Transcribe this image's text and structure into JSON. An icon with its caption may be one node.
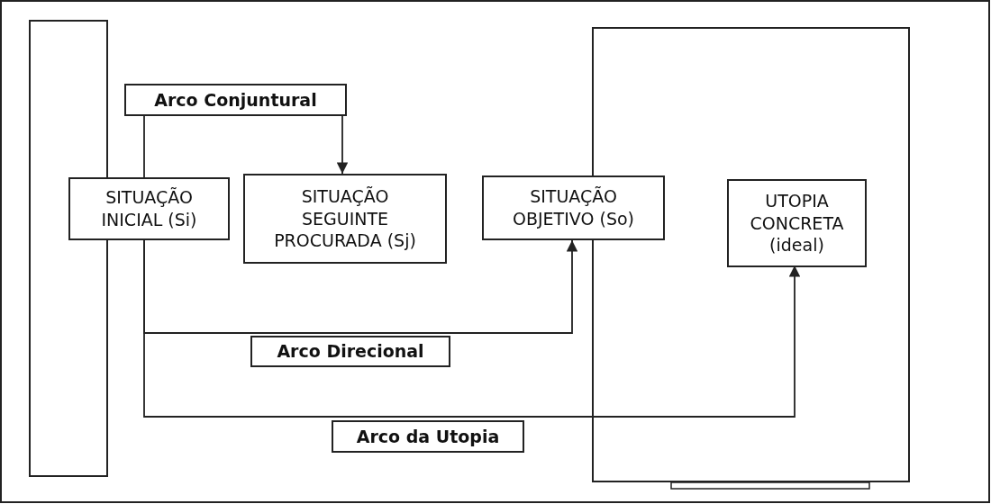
{
  "diagram": {
    "nodes": [
      {
        "text": [],
        "shape": "box"
      },
      {
        "text": [
          "Arco Conjuntural"
        ]
      },
      {
        "text": [
          "SITUAÇÃO INICIAL (Si)"
        ]
      },
      {
        "text": [
          "SITUAÇÃO SEGUINTE PROCURADA (Sj)"
        ]
      },
      {
        "text": [
          "SITUAÇÃO OBJETIVO (So)"
        ]
      },
      {
        "text": [],
        "shape": "box"
      },
      {
        "text": [
          "UTOPIA CONCRETA (ideal)"
        ],
        "in": 5
      },
      {
        "text": [
          "Arco Direcional"
        ]
      },
      {
        "text": [
          "Arco da Utopia"
        ]
      }
    ],
    "edges": [
      {
        "from": 2,
        "to": 1,
        "arrow": "none"
      },
      {
        "from": 1,
        "to": 3,
        "arrow": "to"
      },
      {
        "from": 2,
        "to": 4,
        "arrow": "to"
      },
      {
        "from": 2,
        "to": 6,
        "arrow": "to"
      }
    ]
  }
}
